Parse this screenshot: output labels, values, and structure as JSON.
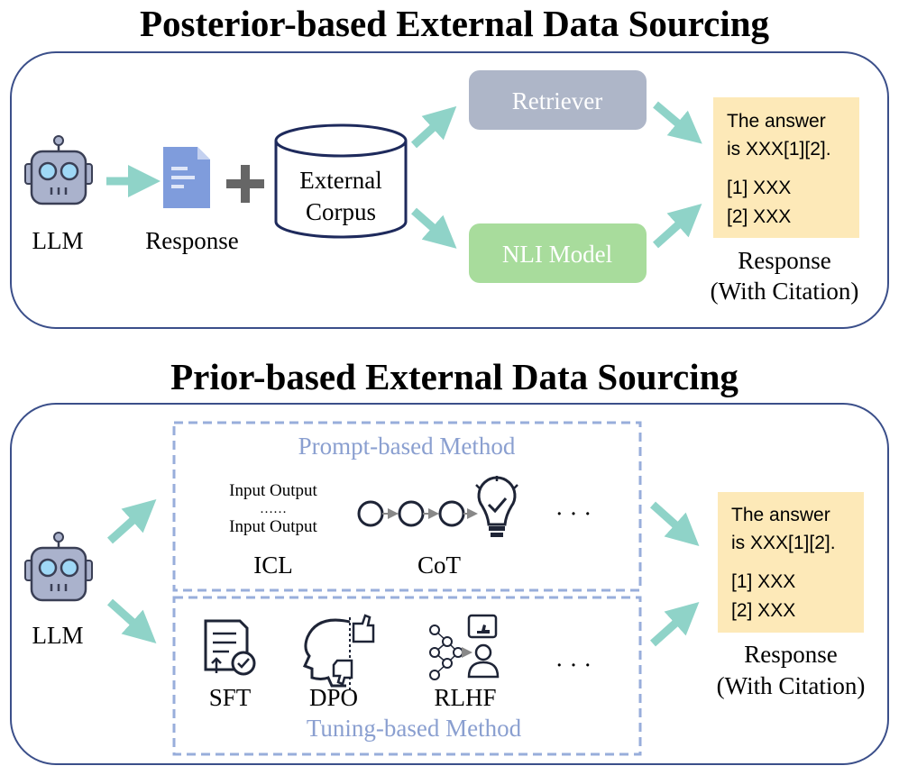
{
  "posterior": {
    "title": "Posterior-based External Data Sourcing",
    "llm_label": "LLM",
    "response_label": "Response",
    "corpus_line1": "External",
    "corpus_line2": "Corpus",
    "retriever_label": "Retriever",
    "nli_label": "NLI Model",
    "answer": {
      "line1": "The answer",
      "line2": "is XXX[1][2].",
      "ref1": "[1] XXX",
      "ref2": "[2] XXX"
    },
    "output_line1": "Response",
    "output_line2": "(With Citation)"
  },
  "prior": {
    "title": "Prior-based External Data Sourcing",
    "llm_label": "LLM",
    "prompt_method_title": "Prompt-based Method",
    "icl_line1": "Input Output",
    "icl_dots": "……",
    "icl_line2": "Input Output",
    "icl_label": "ICL",
    "cot_label": "CoT",
    "prompt_ellipsis": "· · ·",
    "sft_label": "SFT",
    "dpo_label": "DPO",
    "rlhf_label": "RLHF",
    "tuning_ellipsis": "· · ·",
    "tuning_method_title": "Tuning-based Method",
    "answer": {
      "line1": "The answer",
      "line2": "is XXX[1][2].",
      "ref1": "[1] XXX",
      "ref2": "[2] XXX"
    },
    "output_line1": "Response",
    "output_line2": "(With Citation)"
  },
  "colors": {
    "panel_border": "#3b4f8a",
    "arrow": "#8fd3c8",
    "retriever": "#aeb6c8",
    "nli": "#a8dc9c",
    "answer_box": "#fde9b8",
    "dashed": "#98aedb",
    "robot_body": "#aab2cc",
    "robot_eye": "#9fd8f6",
    "doc_icon": "#7f9cdc"
  }
}
